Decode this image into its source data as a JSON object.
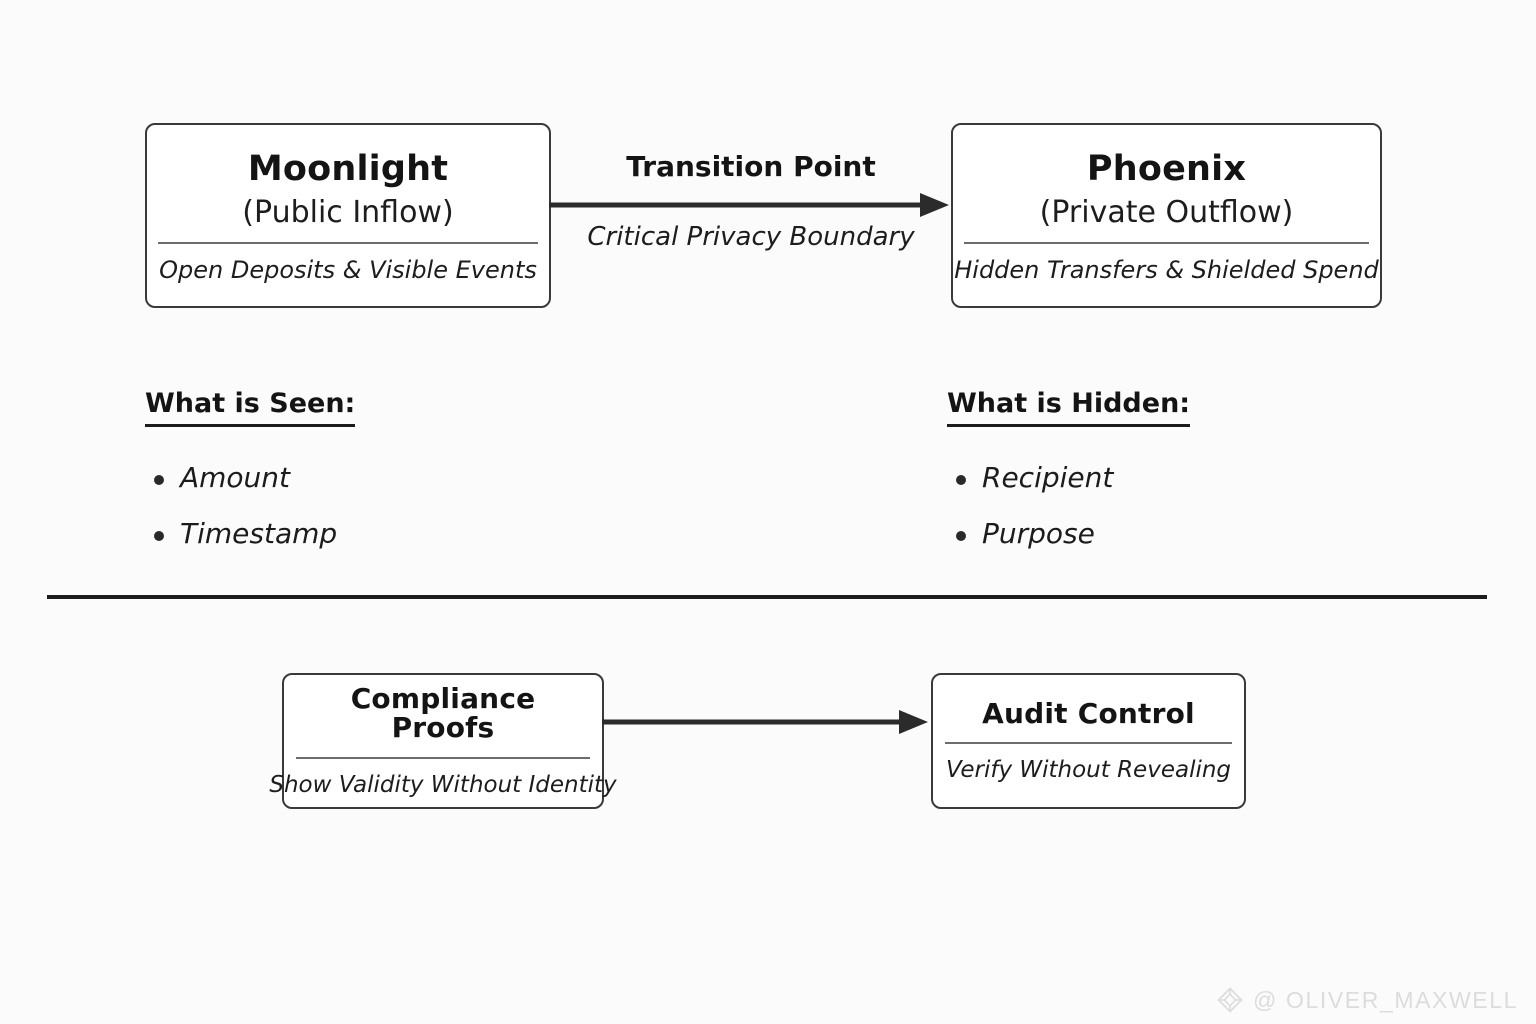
{
  "diagram": {
    "background_color": "#fbfbfb",
    "stroke_color": "#3a3a3a",
    "text_color": "#1a1a1a",
    "top_flow": {
      "source": {
        "title": "Moonlight",
        "subtitle": "(Public Inflow)",
        "caption": "Open Deposits & Visible Events"
      },
      "transition": {
        "title": "Transition Point",
        "caption": "Critical Privacy Boundary",
        "arrow": "arrow-right"
      },
      "target": {
        "title": "Phoenix",
        "subtitle": "(Private Outflow)",
        "caption": "Hidden Transfers & Shielded Spend"
      }
    },
    "legends": [
      {
        "heading": "What is Seen:",
        "items": [
          "Amount",
          "Timestamp"
        ]
      },
      {
        "heading": "What is Hidden:",
        "items": [
          "Recipient",
          "Purpose"
        ]
      }
    ],
    "bottom_flow": {
      "source": {
        "title": "Compliance Proofs",
        "caption": "Show Validity Without Identity"
      },
      "target": {
        "title": "Audit Control",
        "caption": "Verify Without Revealing"
      },
      "arrow": "arrow-right"
    }
  },
  "watermark": {
    "logo": "diamond-logo-icon",
    "handle": "@ OLIVER_MAXWELL"
  }
}
